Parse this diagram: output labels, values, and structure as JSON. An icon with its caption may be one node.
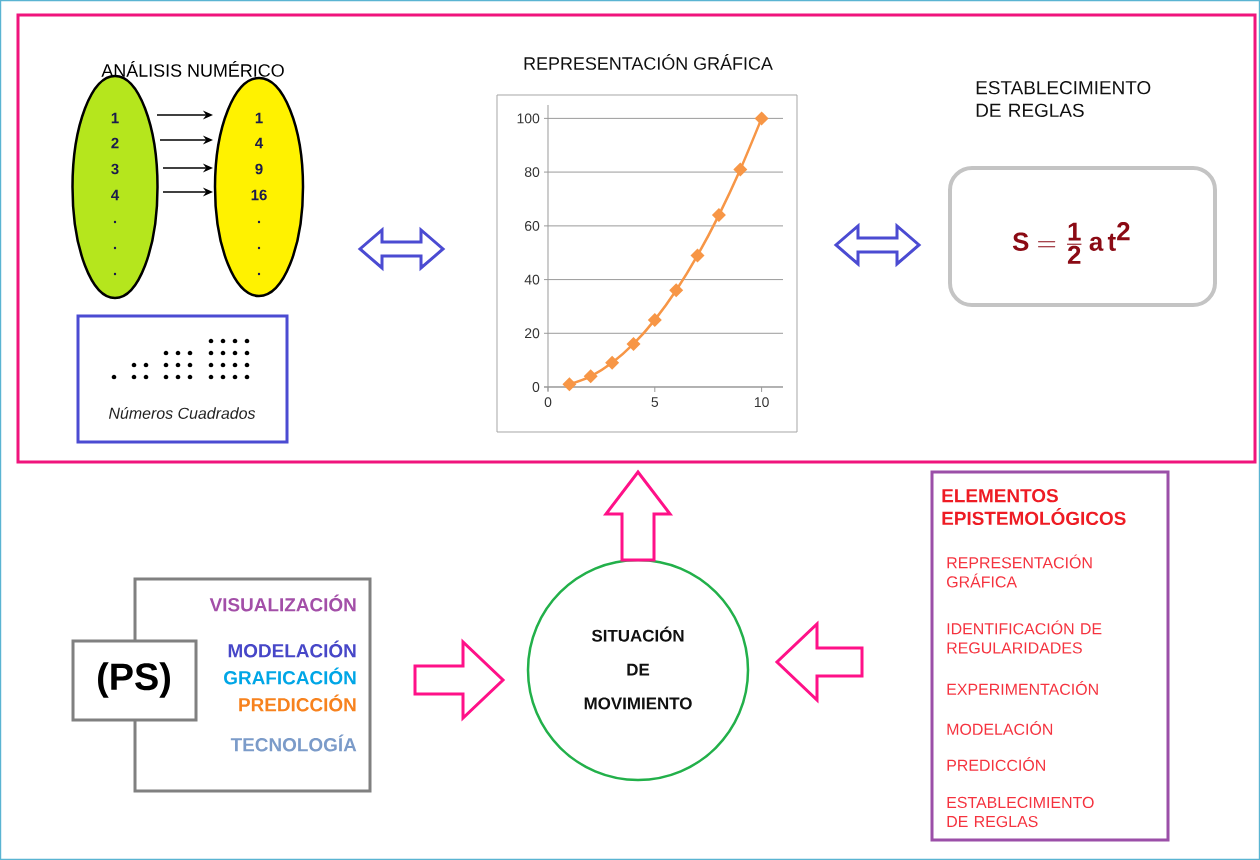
{
  "diagram": {
    "nodes": [
      {
        "text": [],
        "shape": "box"
      },
      {
        "text": [
          "1",
          "2",
          "3",
          "4",
          ".",
          ".",
          "."
        ],
        "in": 0
      },
      {
        "text": [
          "1",
          "4",
          "9",
          "16",
          ".",
          ".",
          "."
        ],
        "in": 0
      },
      {
        "text": [
          "Números Cuadrados"
        ],
        "in": 0
      },
      {
        "text": [
          "REPRESENTACIÓN GRÁFICA"
        ],
        "in": 0
      },
      {
        "text": [
          "ESTABLECIMIENTO DE REGLAS",
          "\\textbf{S}=\\frac{\\textbf{1}}{\\textbf{2}}\\,\\textbf{a}\\,\\textbf{t}^{\\textbf{2}}"
        ],
        "in": 0
      },
      {
        "text": [
          "VISUALIZACIÓN",
          "MODELACIÓN",
          "GRAFICACIÓN",
          "PREDICCIÓN",
          "TECNOLOGÍA"
        ]
      },
      {
        "text": [
          "(PS)"
        ]
      },
      {
        "text": [
          "SITUACIÓN DE MOVIMIENTO"
        ]
      },
      {
        "text": [
          "ELEMENTOS EPISTEMOLÓGICOS",
          "REPRESENTACIÓN GRÁFICA",
          "IDENTIFICACIÓN DE REGULARIDADES",
          "EXPERIMENTACIÓN",
          "MODELACIÓN",
          "PREDICCIÓN",
          "ESTABLECIMIENTO DE REGLAS"
        ]
      }
    ],
    "edges": [
      {
        "from": 1,
        "to": 2,
        "arrow": "to"
      },
      {
        "from": 1,
        "to": 2,
        "arrow": "to"
      },
      {
        "from": 1,
        "to": 2,
        "arrow": "to"
      },
      {
        "from": 1,
        "to": 2,
        "arrow": "to"
      },
      {
        "from": 2,
        "to": 4,
        "arrow": "both",
        "style": "thick",
        "color": "#4b4bd2"
      },
      {
        "from": 4,
        "to": 5,
        "arrow": "both",
        "style": "thick",
        "color": "#4b4bd2"
      },
      {
        "from": 8,
        "to": 0,
        "arrow": "to",
        "style": "thick",
        "color": "#ff1188"
      },
      {
        "from": 6,
        "to": 8,
        "arrow": "to",
        "style": "thick",
        "color": "#ff1188"
      },
      {
        "from": 9,
        "to": 8,
        "arrow": "to",
        "style": "thick",
        "color": "#ff1188"
      }
    ],
    "labels": [
      "ANÁLISIS NUMÉRICO"
    ],
    "chart_data": {
      "type": "line",
      "x": [
        1,
        2,
        3,
        4,
        5,
        6,
        7,
        8,
        9,
        10
      ],
      "series": [
        {
          "color": "#f79646",
          "marker": "diamond",
          "values": [
            1,
            4,
            9,
            16,
            25,
            36,
            49,
            64,
            81,
            100
          ]
        }
      ],
      "grid": true,
      "xlim": [
        0,
        11
      ],
      "ylim": [
        0,
        105
      ],
      "xticks": [
        0,
        5,
        10
      ],
      "yticks": [
        0,
        20,
        40,
        60,
        80,
        100
      ]
    }
  }
}
